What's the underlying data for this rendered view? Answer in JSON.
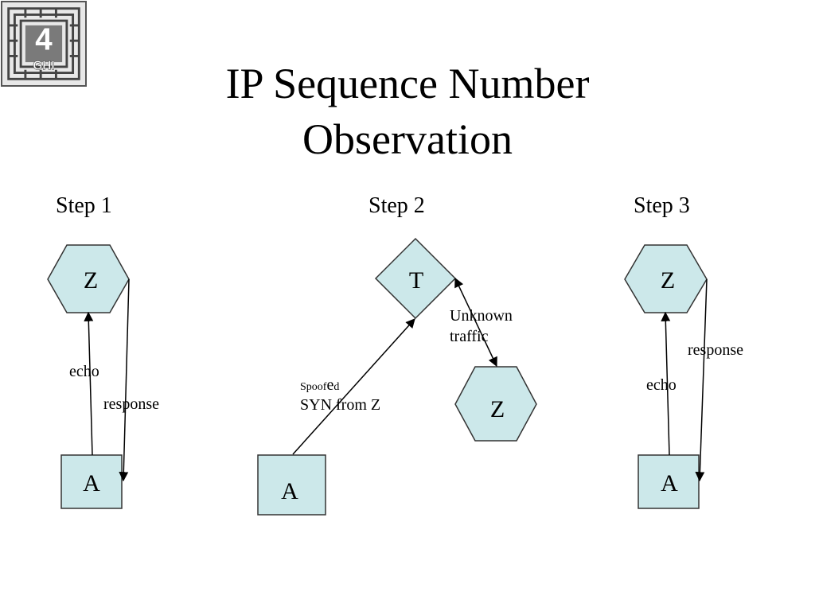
{
  "slide": {
    "title_line1": "IP Sequence Number",
    "title_line2": "Observation"
  },
  "logo": {
    "number": "4",
    "letters": "GHI"
  },
  "steps": [
    {
      "label": "Step 1"
    },
    {
      "label": "Step 2"
    },
    {
      "label": "Step 3"
    }
  ],
  "nodes": {
    "step1_z": "Z",
    "step1_a": "A",
    "step2_t": "T",
    "step2_z": "Z",
    "step2_a": "A",
    "step3_z": "Z",
    "step3_a": "A"
  },
  "edge_labels": {
    "step1_echo": "echo",
    "step1_response": "response",
    "step2_spoofed_small": "Spoof",
    "step2_spoofed_e": "e",
    "step2_spoofed_d": "d",
    "step2_syn": "SYN from Z",
    "step2_unknown_line1": "Unknown",
    "step2_unknown_line2": "traffic",
    "step3_echo": "echo",
    "step3_response": "response"
  },
  "colors": {
    "node_fill": "#cce8ea",
    "node_stroke": "#333333",
    "arrow": "#000000"
  }
}
